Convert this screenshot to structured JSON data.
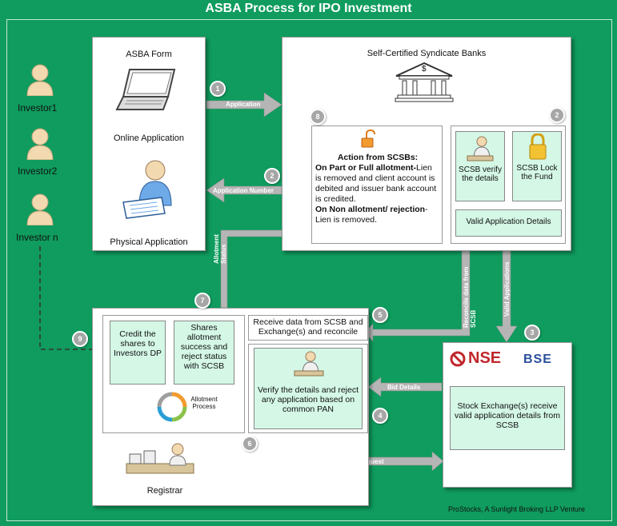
{
  "title": "ASBA Process for IPO Investment",
  "investors": [
    "Investor1",
    "Investor2",
    "Investor n"
  ],
  "asba": {
    "form_title": "ASBA Form",
    "online": "Online Application",
    "physical": "Physical Application"
  },
  "scsb": {
    "title": "Self-Certified Syndicate Banks",
    "bank_symbol": "$",
    "action_title": "Action from SCSBs:",
    "part_full_head": "On Part or Full allotment-",
    "part_full_body": "Lien is removed and client account is debited and issuer bank account is credited.",
    "non_allot_head": "On Non allotment/ rejection",
    "non_allot_body": "-Lien is removed.",
    "verify": "SCSB verify the details",
    "lock": "SCSB Lock the Fund",
    "valid_details": "Valid Application Details"
  },
  "exchange": {
    "nse": "NSE",
    "bse": "BSE",
    "receive": "Stock Exchange(s) receive valid application details from SCSB"
  },
  "registrar": {
    "receive": "Receive data from SCSB and Exchange(s) and reconcile",
    "verify": "Verify the details and reject any application based on common PAN",
    "credit": "Credit the shares to Investors DP",
    "shares_status": "Shares allotment success and reject status with SCSB",
    "allotment_process": "Allotment Process",
    "name": "Registrar"
  },
  "arrows": {
    "application": "Application",
    "application_number": "Application Number",
    "allotment_status": "Allotment Status",
    "reconcile_data": "Reconcile data from SCSB",
    "valid_applications": "Valid Applications",
    "bid_details": "Bid Details",
    "allotment_approval": "Allotment approval request"
  },
  "steps": [
    "1",
    "2",
    "2",
    "3",
    "4",
    "5",
    "6",
    "7",
    "8",
    "9"
  ],
  "footer": "ProStocks, A Sunlight Broking LLP Venture",
  "colors": {
    "background": "#0f9c5e",
    "panel_green": "#d4f7e6",
    "arrow_gray": "#a6a6a6",
    "nse_red": "#c0272d",
    "bse_blue": "#2a4f9c"
  }
}
